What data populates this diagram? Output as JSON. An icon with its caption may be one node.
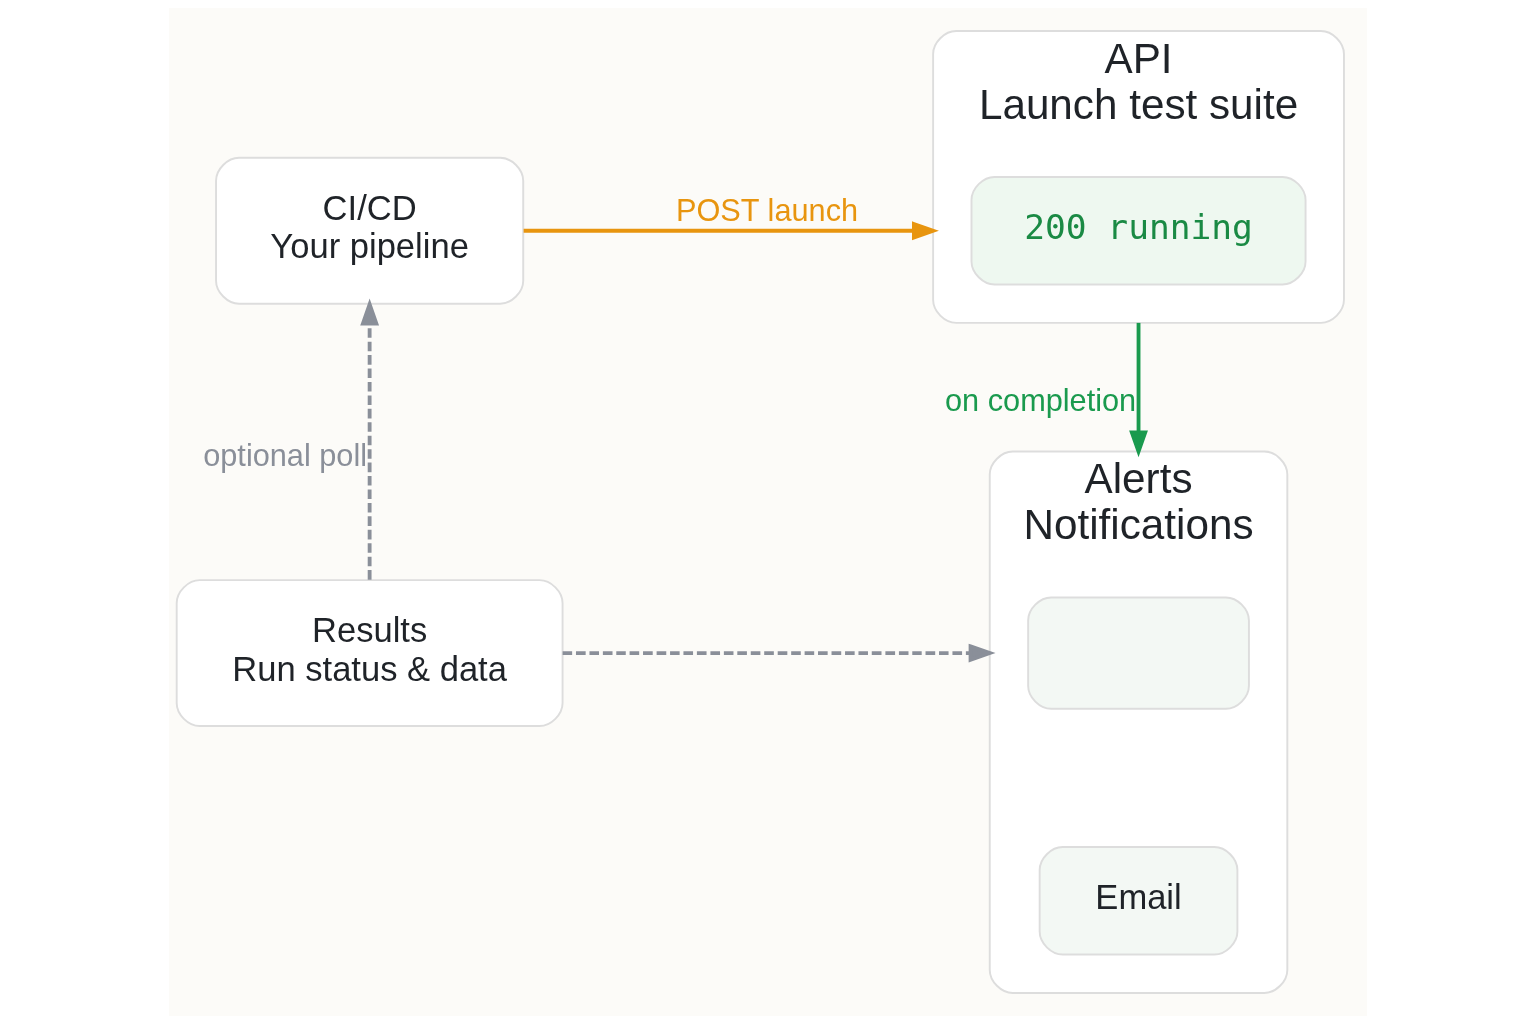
{
  "diagram": {
    "nodes": [
      {
        "text": [
          "CI/CD",
          "Your pipeline"
        ]
      },
      {
        "text": [
          "API",
          "Launch test suite"
        ]
      },
      {
        "text": [
          "200 running"
        ],
        "in": 1
      },
      {
        "text": [
          "Results",
          "Run status & data"
        ]
      },
      {
        "text": [
          "Alerts",
          "Notifications"
        ]
      },
      {
        "text": [],
        "shape": "box",
        "in": 4
      },
      {
        "text": [
          "Email"
        ],
        "in": 4
      }
    ],
    "edges": [
      {
        "from": 0,
        "to": 1,
        "arrow": "to",
        "label": "POST launch",
        "color": "#e8950f"
      },
      {
        "from": 1,
        "to": 4,
        "arrow": "to",
        "label": "on completion",
        "color": "#1a9a4e"
      },
      {
        "from": 3,
        "to": 0,
        "arrow": "to",
        "label": "optional poll",
        "style": "dashed",
        "color": "#8a8f99"
      },
      {
        "from": 3,
        "to": 4,
        "arrow": "to",
        "style": "dashed",
        "color": "#8a8f99"
      }
    ]
  }
}
